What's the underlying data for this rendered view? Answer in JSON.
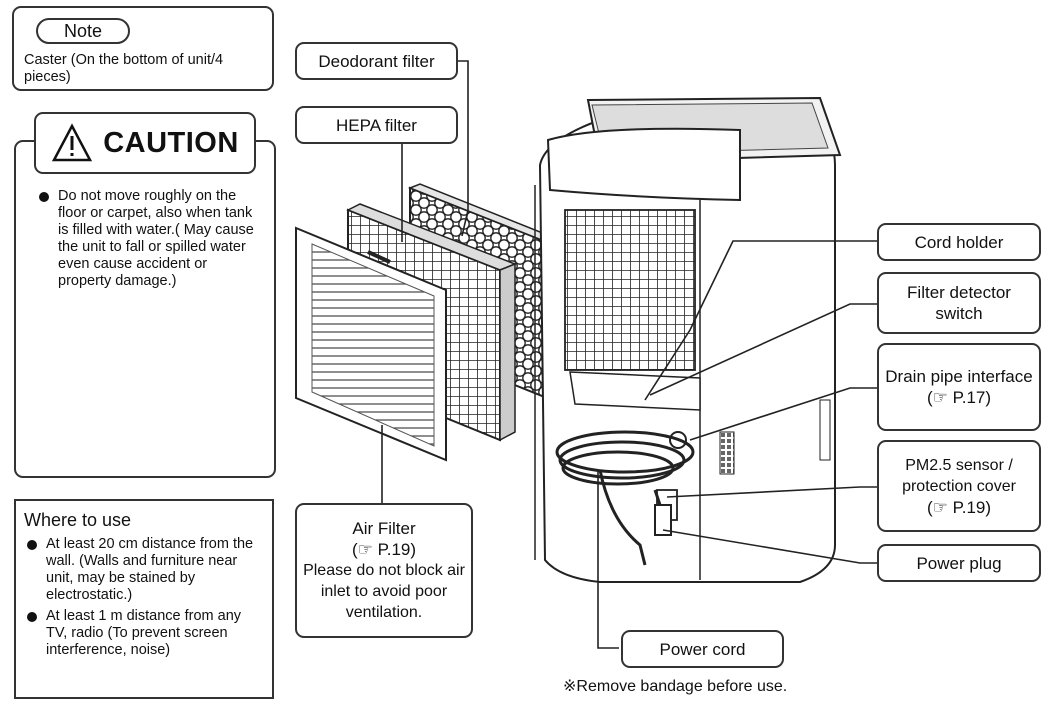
{
  "note": {
    "title": "Note",
    "text": "Caster (On the bottom of unit/4 pieces)"
  },
  "caution": {
    "title": "CAUTION",
    "warning_icon": "warning-triangle-icon",
    "prohibited_icon": "prohibited-icon",
    "text": "Do not move roughly on the floor or carpet, also when tank is filled with water.( May cause the unit to fall or spilled water even cause accident or property damage.)"
  },
  "where_to_use": {
    "title": "Where to use",
    "items": [
      "At least 20 cm distance from the wall. (Walls and furniture near unit, may be stained by electrostatic.)",
      "At least 1 m distance from any TV, radio (To prevent screen interference, noise)"
    ]
  },
  "labels": {
    "deodorant_filter": "Deodorant filter",
    "hepa_filter": "HEPA filter",
    "air_filter": {
      "title": "Air Filter",
      "ref_symbol": "☞",
      "ref_page": "P.19",
      "note": "Please do not block air inlet to avoid poor ventilation."
    },
    "cord_holder": "Cord holder",
    "filter_detector_switch": "Filter detector switch",
    "drain_pipe_interface": {
      "title": "Drain pipe interface",
      "ref_symbol": "☞",
      "ref_page": "P.17"
    },
    "pm25_sensor": {
      "title": "PM2.5 sensor / protection cover",
      "ref_symbol": "☞",
      "ref_page": "P.19"
    },
    "power_plug": "Power plug",
    "power_cord": "Power cord"
  },
  "footnote": "※Remove bandage before use."
}
